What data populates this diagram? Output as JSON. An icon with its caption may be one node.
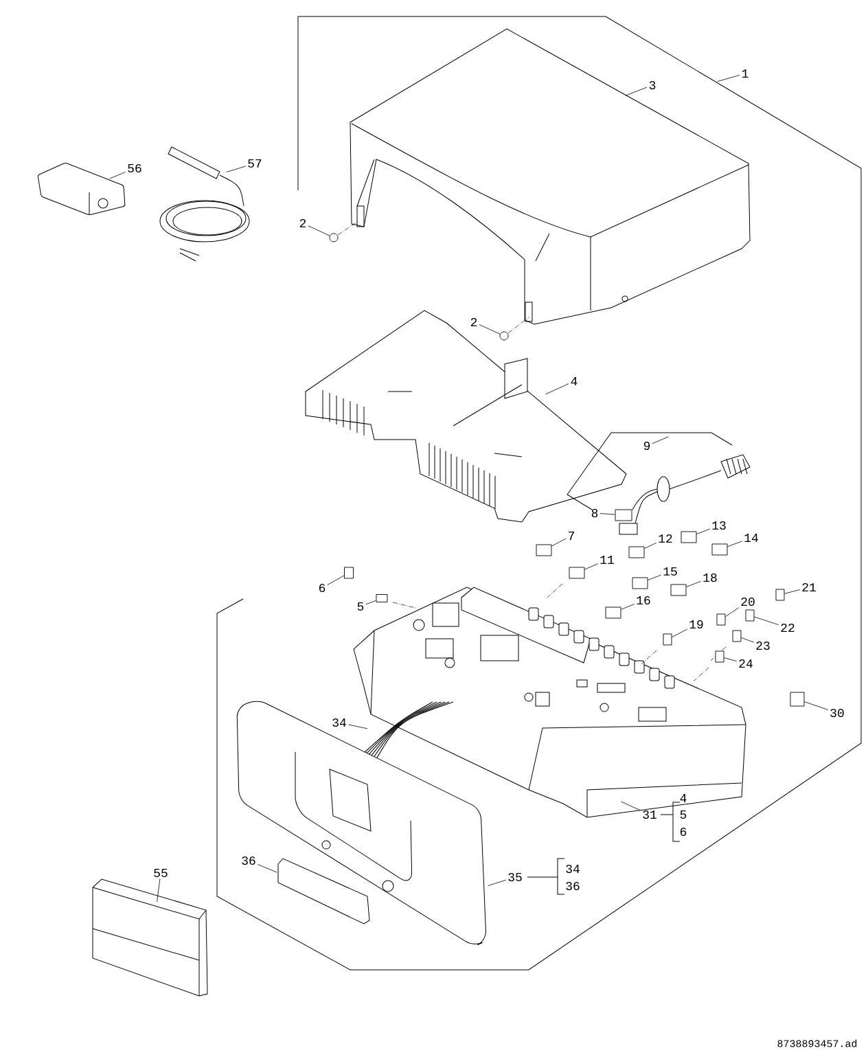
{
  "diagram": {
    "nodes": [
      {
        "text": [
          "1"
        ]
      },
      {
        "text": [
          "3"
        ]
      },
      {
        "text": [
          "56"
        ]
      },
      {
        "text": [
          "57"
        ]
      },
      {
        "text": [
          "2"
        ]
      },
      {
        "text": [
          "2"
        ]
      },
      {
        "text": [
          "4"
        ]
      },
      {
        "text": [
          "9"
        ]
      },
      {
        "text": [
          "8"
        ]
      },
      {
        "text": [
          "7"
        ]
      },
      {
        "text": [
          "13"
        ]
      },
      {
        "text": [
          "14"
        ]
      },
      {
        "text": [
          "12"
        ]
      },
      {
        "text": [
          "11"
        ]
      },
      {
        "text": [
          "15"
        ]
      },
      {
        "text": [
          "18"
        ]
      },
      {
        "text": [
          "6"
        ]
      },
      {
        "text": [
          "5"
        ]
      },
      {
        "text": [
          "16"
        ]
      },
      {
        "text": [
          "21"
        ]
      },
      {
        "text": [
          "20"
        ]
      },
      {
        "text": [
          "22"
        ]
      },
      {
        "text": [
          "19"
        ]
      },
      {
        "text": [
          "23"
        ]
      },
      {
        "text": [
          "24"
        ]
      },
      {
        "text": [
          "30"
        ]
      },
      {
        "text": [
          "34"
        ]
      },
      {
        "text": [
          "31"
        ]
      },
      {
        "text": [
          "35"
        ]
      },
      {
        "text": [
          "36"
        ]
      },
      {
        "text": [
          "55"
        ]
      },
      {
        "text": [],
        "shape": "circle"
      },
      {
        "text": [],
        "shape": "circle"
      },
      {
        "text": [],
        "shape": "box"
      },
      {
        "text": [],
        "shape": "box"
      },
      {
        "text": [],
        "shape": "box"
      },
      {
        "text": [],
        "shape": "box"
      },
      {
        "text": [],
        "shape": "box"
      },
      {
        "text": [],
        "shape": "box"
      },
      {
        "text": [],
        "shape": "box"
      },
      {
        "text": [],
        "shape": "box"
      },
      {
        "text": [],
        "shape": "box"
      },
      {
        "text": [],
        "shape": "box"
      },
      {
        "text": [],
        "shape": "box"
      },
      {
        "text": [],
        "shape": "box"
      },
      {
        "text": [],
        "shape": "box"
      },
      {
        "text": [],
        "shape": "box"
      },
      {
        "text": [],
        "shape": "box"
      },
      {
        "text": [],
        "shape": "box"
      },
      {
        "text": [],
        "shape": "box"
      },
      {
        "text": [],
        "shape": "box"
      }
    ],
    "edges": [
      {
        "from": 0,
        "to": null,
        "arrow": "none"
      },
      {
        "from": 1,
        "to": null,
        "arrow": "none"
      },
      {
        "from": 2,
        "to": null,
        "arrow": "none"
      },
      {
        "from": 3,
        "to": null,
        "arrow": "none"
      },
      {
        "from": 4,
        "to": 31,
        "arrow": "none"
      },
      {
        "from": 5,
        "to": 32,
        "arrow": "none"
      },
      {
        "from": 6,
        "to": null,
        "arrow": "none"
      },
      {
        "from": 7,
        "to": null,
        "arrow": "none"
      },
      {
        "from": 8,
        "to": 33,
        "arrow": "none"
      },
      {
        "from": 9,
        "to": 34,
        "arrow": "none"
      },
      {
        "from": 10,
        "to": 35,
        "arrow": "none"
      },
      {
        "from": 11,
        "to": 36,
        "arrow": "none"
      },
      {
        "from": 12,
        "to": 37,
        "arrow": "none"
      },
      {
        "from": 13,
        "to": 38,
        "arrow": "none"
      },
      {
        "from": 14,
        "to": 39,
        "arrow": "none"
      },
      {
        "from": 15,
        "to": 40,
        "arrow": "none"
      },
      {
        "from": 16,
        "to": 41,
        "arrow": "none"
      },
      {
        "from": 17,
        "to": 42,
        "arrow": "none"
      },
      {
        "from": 18,
        "to": 43,
        "arrow": "none"
      },
      {
        "from": 19,
        "to": 44,
        "arrow": "none"
      },
      {
        "from": 20,
        "to": 45,
        "arrow": "none"
      },
      {
        "from": 21,
        "to": 46,
        "arrow": "none"
      },
      {
        "from": 22,
        "to": 47,
        "arrow": "none"
      },
      {
        "from": 23,
        "to": 48,
        "arrow": "none"
      },
      {
        "from": 24,
        "to": 49,
        "arrow": "none"
      },
      {
        "from": 25,
        "to": 50,
        "arrow": "none"
      },
      {
        "from": 26,
        "to": null,
        "arrow": "none"
      },
      {
        "from": 27,
        "to": null,
        "arrow": "none"
      },
      {
        "from": 28,
        "to": null,
        "arrow": "none"
      },
      {
        "from": 29,
        "to": null,
        "arrow": "none"
      },
      {
        "from": 30,
        "to": null,
        "arrow": "none"
      }
    ],
    "labels": [
      "4",
      "5",
      "6",
      "34",
      "36",
      "8738893457.ad"
    ]
  }
}
